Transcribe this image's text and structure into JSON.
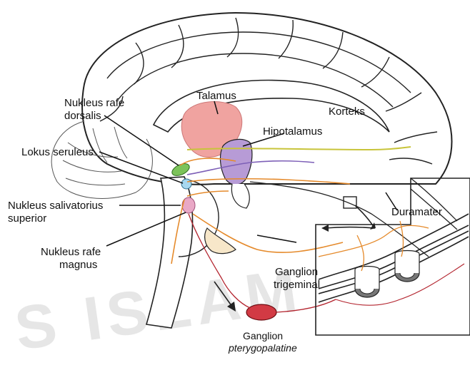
{
  "labels": {
    "talamus": "Talamus",
    "korteks": "Korteks",
    "hipotalamus": "Hipotalamus",
    "rafe_dorsalis_1": "Nukleus rafe",
    "rafe_dorsalis_2": "dorsalis",
    "lokus_seruleus": "Lokus seruleus",
    "salivatorius_1": "Nukleus salivatorius",
    "salivatorius_2": "superior",
    "rafe_magnus_1": "Nukleus rafe",
    "rafe_magnus_2": "magnus",
    "duramater": "Duramater",
    "ganglion_trig_1": "Ganglion",
    "ganglion_trig_2": "trigeminal",
    "ganglion_ptery_1": "Ganglion",
    "ganglion_ptery_2": "pterygopalatine"
  },
  "watermark": "S ISLAM",
  "colors": {
    "talamus": "#f0a3a0",
    "hipotalamus": "#b79bd6",
    "rafe_dorsalis": "#7cc35a",
    "lokus_seruleus": "#a7d8f0",
    "salivatorius": "#e9a8c6",
    "ganglion_ptery": "#d23a44",
    "pathway_orange": "#e58a2b",
    "pathway_yellow": "#c8c43a",
    "pathway_purple": "#7d5fb7",
    "pathway_red": "#b3242e",
    "outline": "#222222"
  }
}
